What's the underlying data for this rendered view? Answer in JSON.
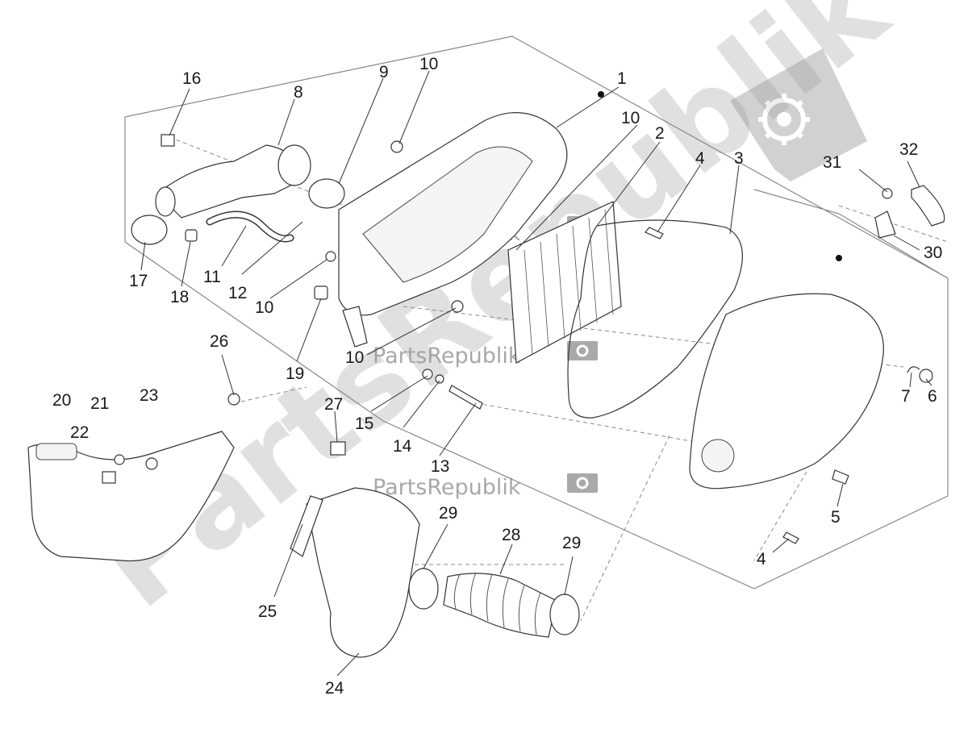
{
  "watermark": {
    "diagonal_text": "PartsRepublik",
    "repeat_text": "PartsRepublik",
    "color": "#c8c8c8",
    "icon": "gear-flag-icon"
  },
  "callouts": [
    {
      "id": "c1",
      "label": "1"
    },
    {
      "id": "c2",
      "label": "2"
    },
    {
      "id": "c3",
      "label": "3"
    },
    {
      "id": "c4a",
      "label": "4"
    },
    {
      "id": "c4b",
      "label": "4"
    },
    {
      "id": "c5",
      "label": "5"
    },
    {
      "id": "c6",
      "label": "6"
    },
    {
      "id": "c7",
      "label": "7"
    },
    {
      "id": "c8",
      "label": "8"
    },
    {
      "id": "c9",
      "label": "9"
    },
    {
      "id": "c10a",
      "label": "10"
    },
    {
      "id": "c10b",
      "label": "10"
    },
    {
      "id": "c10c",
      "label": "10"
    },
    {
      "id": "c10d",
      "label": "10"
    },
    {
      "id": "c11",
      "label": "11"
    },
    {
      "id": "c12",
      "label": "12"
    },
    {
      "id": "c13",
      "label": "13"
    },
    {
      "id": "c14",
      "label": "14"
    },
    {
      "id": "c15",
      "label": "15"
    },
    {
      "id": "c16",
      "label": "16"
    },
    {
      "id": "c17",
      "label": "17"
    },
    {
      "id": "c18",
      "label": "18"
    },
    {
      "id": "c19",
      "label": "19"
    },
    {
      "id": "c20",
      "label": "20"
    },
    {
      "id": "c21",
      "label": "21"
    },
    {
      "id": "c22",
      "label": "22"
    },
    {
      "id": "c23",
      "label": "23"
    },
    {
      "id": "c24",
      "label": "24"
    },
    {
      "id": "c25",
      "label": "25"
    },
    {
      "id": "c26",
      "label": "26"
    },
    {
      "id": "c27",
      "label": "27"
    },
    {
      "id": "c28",
      "label": "28"
    },
    {
      "id": "c29a",
      "label": "29"
    },
    {
      "id": "c29b",
      "label": "29"
    },
    {
      "id": "c30",
      "label": "30"
    },
    {
      "id": "c31",
      "label": "31"
    },
    {
      "id": "c32",
      "label": "32"
    }
  ]
}
